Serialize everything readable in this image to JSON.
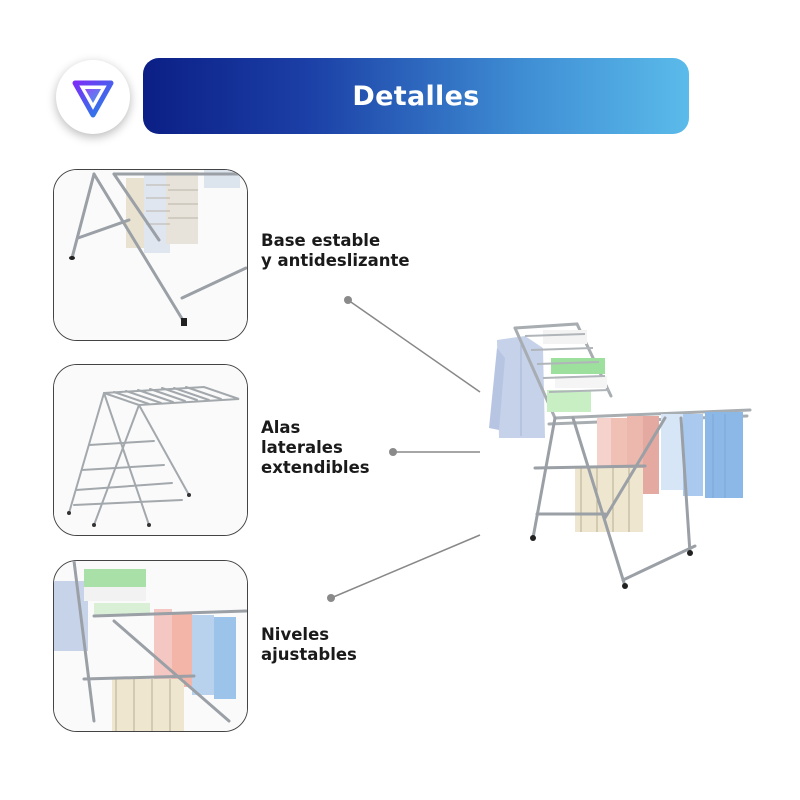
{
  "header": {
    "title": "Detalles",
    "logo_icon": "brand-triangle-logo-icon",
    "gradient_start": "#0b1f86",
    "gradient_end": "#5bbbea"
  },
  "features": [
    {
      "line1": "Base estable",
      "line2": "y antideslizante",
      "thumb": "rack-feet-closeup"
    },
    {
      "line1": "Alas",
      "line2": "laterales",
      "line3": "extendibles",
      "thumb": "rack-extended-wings"
    },
    {
      "line1": "Niveles",
      "line2": "ajustables",
      "thumb": "rack-adjustable-levels"
    }
  ],
  "main_image": "clothes-drying-rack-with-garments"
}
